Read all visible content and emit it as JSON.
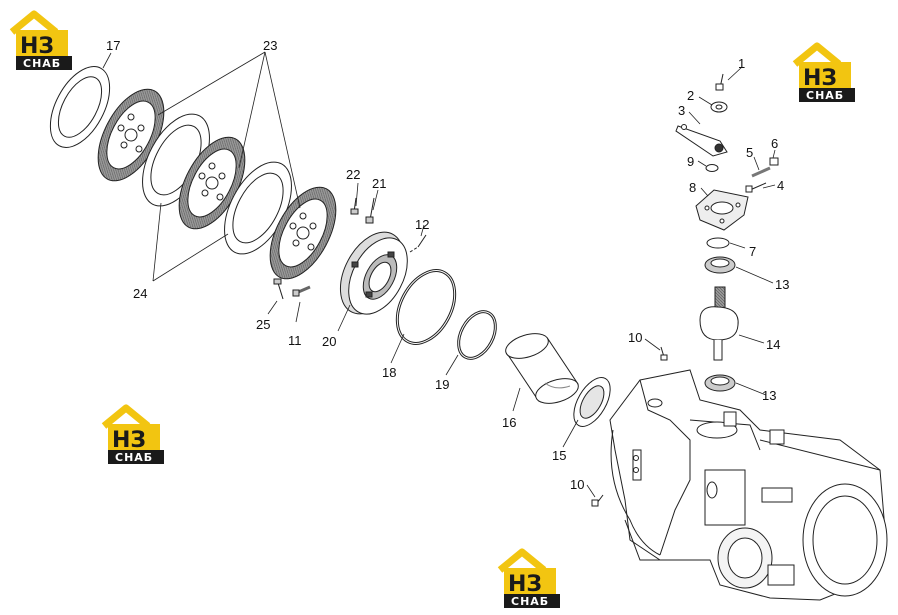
{
  "watermark": {
    "main": "НЗ",
    "sub": "СНАБ",
    "colors": {
      "roof": "#f2c511",
      "box": "#1a1a1a"
    }
  },
  "callouts": {
    "p1": "1",
    "p2": "2",
    "p3": "3",
    "p4": "4",
    "p5": "5",
    "p6": "6",
    "p7": "7",
    "p8": "8",
    "p9": "9",
    "p10a": "10",
    "p10b": "10",
    "p11": "11",
    "p12": "12",
    "p13a": "13",
    "p13b": "13",
    "p14": "14",
    "p15": "15",
    "p16": "16",
    "p17": "17",
    "p18": "18",
    "p19": "19",
    "p20": "20",
    "p21": "21",
    "p22": "22",
    "p23": "23",
    "p24": "24",
    "p25": "25"
  },
  "colors": {
    "line": "#222222",
    "friction": "#7a7a7a"
  }
}
